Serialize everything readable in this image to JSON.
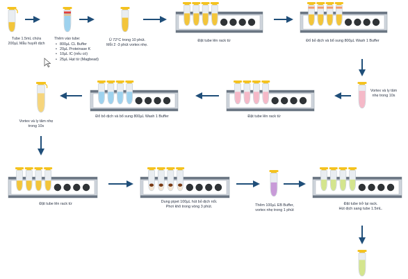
{
  "steps": {
    "s1": {
      "line1": "Tube 1.5mL chứa",
      "line2": "200µL Mẫu huyết dịch"
    },
    "s2": {
      "title": "Thêm vào tube:",
      "items": [
        "800µL CL Buffer",
        "20µL Proteinase K",
        "10µL IC (nếu có)",
        "25µL Hạt từ (Magbead)"
      ]
    },
    "s3": {
      "line1": "Ủ 72°C trong 10 phút.",
      "line2": "Mỗi 2 -3 phút vortex nhẹ."
    },
    "s4": {
      "line1": "Đặt tube lên rack từ"
    },
    "s5": {
      "line1": "Đổ bỏ dịch và bổ sung 800µL Wash 1 Buffer"
    },
    "s6": {
      "line1": "Vortex và ly tâm",
      "line2": "nhẹ trong 10s"
    },
    "s7": {
      "line1": "Đặt tube lên rack từ"
    },
    "s8": {
      "line1": "Đổ bỏ dịch và bổ sung 800µL Wash 1 Buffer"
    },
    "s9": {
      "line1": "Vortex và ly tâm nhẹ",
      "line2": "trong 10s"
    },
    "s10": {
      "line1": "Đặt tube lên rack từ"
    },
    "s11": {
      "line1": "Dung pipet 100µL hút bỏ dịch nổi.",
      "line2": "Phơi khô trong vòng 3 phút."
    },
    "s12": {
      "line1": "Thêm 100µL EB Buffer,",
      "line2": "vortex nhẹ trong 1 phút"
    },
    "s13": {
      "line1": "Đặt tube trở lại rack.",
      "line2": "Hút dịch sang tube 1.5mL."
    }
  },
  "colors": {
    "arrow": "#1f4e79",
    "cap_yellow": "#f4c21f",
    "rack_body": "#cfd5dc",
    "rack_bar": "#6b7683",
    "hole": "#2f3336",
    "liquid_yellow": "#f3c53a",
    "liquid_blue": "#9ed2ee",
    "liquid_pink": "#f5b9c8",
    "liquid_green": "#d4e58e",
    "liquid_purple": "#c89ad8",
    "tube_wall": "#e9edf1",
    "pellet": "#7a3b14",
    "band_red": "#e2403a",
    "band_blue": "#62b7e3"
  },
  "icons": [
    "cursor-icon"
  ]
}
